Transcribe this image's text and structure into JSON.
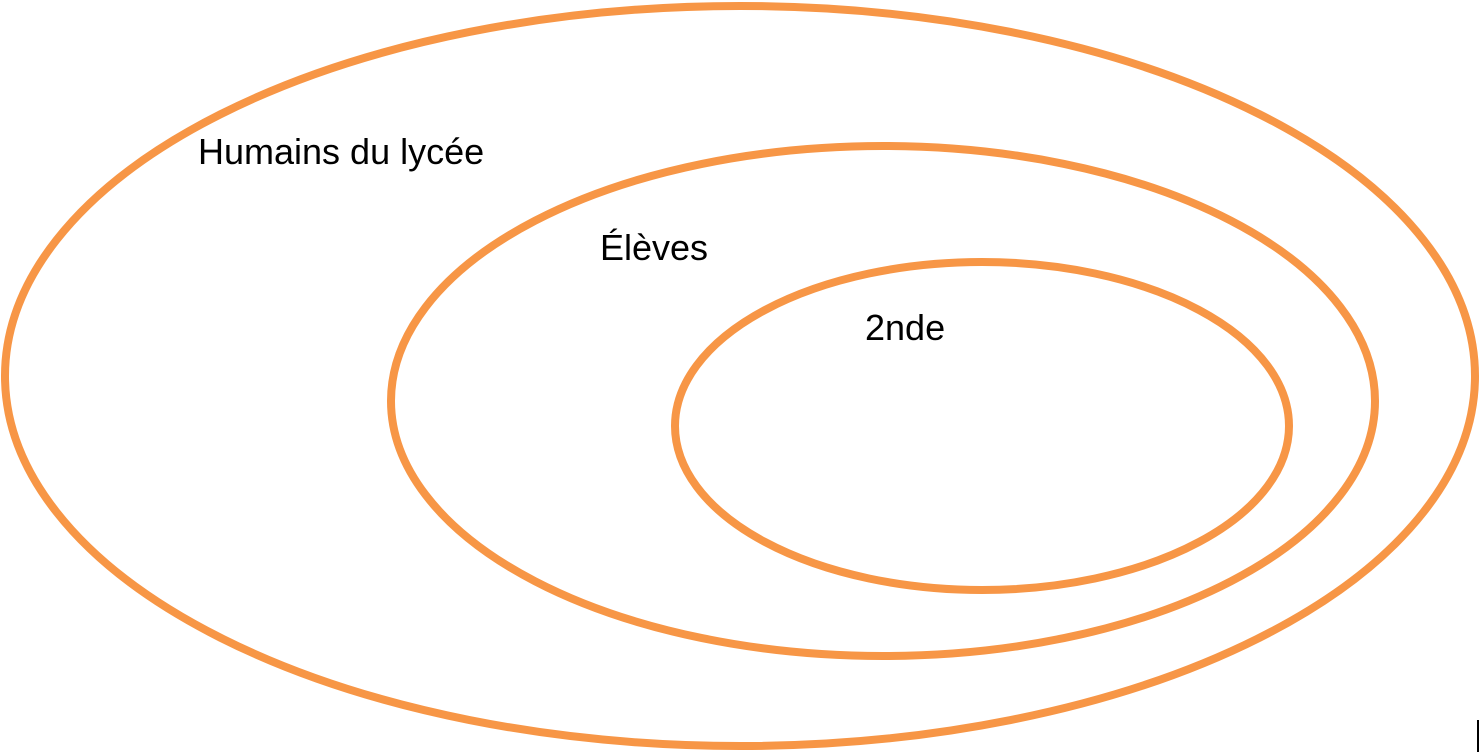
{
  "colors": {
    "stroke": "#F79646",
    "text": "#000000",
    "background": "#FFFFFF"
  },
  "sets": [
    {
      "id": "outer",
      "label": "Humains du lycée"
    },
    {
      "id": "middle",
      "label": "Élèves"
    },
    {
      "id": "inner",
      "label": "2nde"
    }
  ],
  "relation": "nested"
}
